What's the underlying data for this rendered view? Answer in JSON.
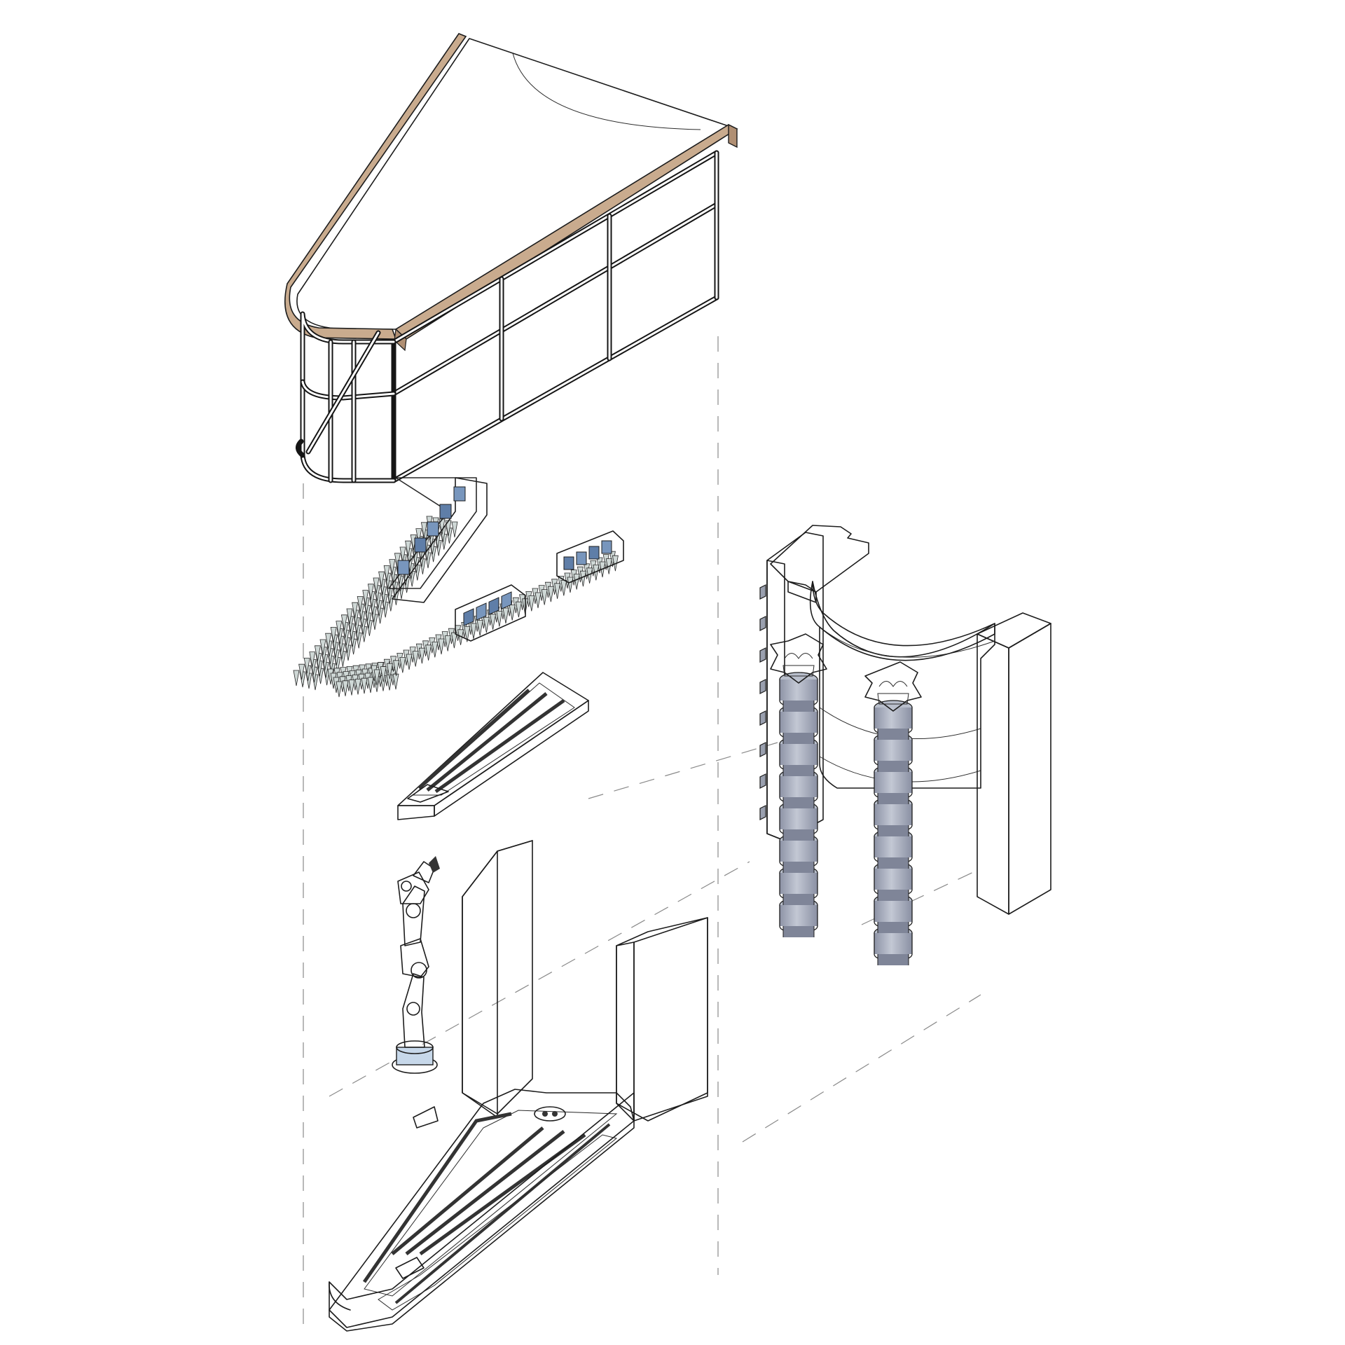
{
  "colors": {
    "background": "#ffffff",
    "line": "#1c1c1c",
    "timber_cap": "#c9ab8e",
    "glass_blue": "#d5e4f2",
    "concrete_grey": "#a9afc0",
    "concrete_light": "#d6d9e2",
    "brick_green": "#9db48c",
    "dashed_guide": "#8a8a8a"
  },
  "parts": [
    {
      "id": "glazed-canopy",
      "icon": "curved-glass-facade-icon"
    },
    {
      "id": "spiked-beams",
      "icon": "modular-spike-beam-icon"
    },
    {
      "id": "triangular-slab",
      "icon": "triangular-slab-icon"
    },
    {
      "id": "base-assembly",
      "icon": "base-plinth-icon"
    },
    {
      "id": "robot-arm",
      "icon": "robot-arm-icon"
    },
    {
      "id": "column-portico",
      "icon": "corinthian-column-icon"
    }
  ]
}
